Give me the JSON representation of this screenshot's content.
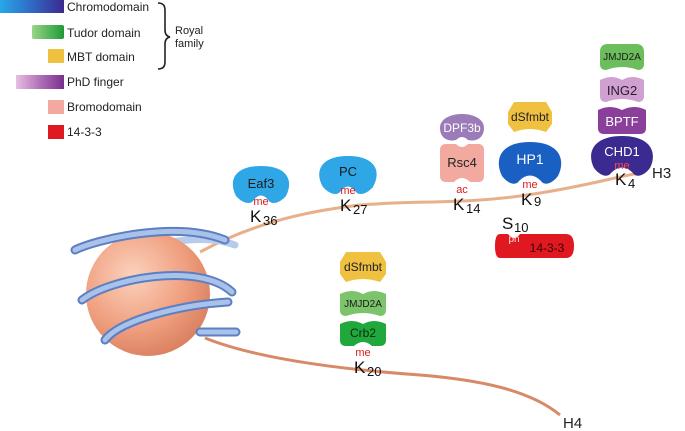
{
  "legend": {
    "chromodomain": "Chromodomain",
    "tudor": "Tudor domain",
    "mbt": "MBT domain",
    "phd": "PhD finger",
    "bromo": "Bromodomain",
    "p1433": "14-3-3",
    "royal_family_1": "Royal",
    "royal_family_2": "family"
  },
  "tails": {
    "h3": "H3",
    "h4": "H4"
  },
  "h3_sites": {
    "k36": {
      "letter": "K",
      "num": "36",
      "mod": "me",
      "readers": [
        "Eaf3"
      ]
    },
    "k27": {
      "letter": "K",
      "num": "27",
      "mod": "me",
      "readers": [
        "PC"
      ]
    },
    "k14": {
      "letter": "K",
      "num": "14",
      "mod": "ac",
      "readers": [
        "Rsc4",
        "DPF3b"
      ]
    },
    "k9": {
      "letter": "K",
      "num": "9",
      "mod": "me",
      "readers": [
        "HP1",
        "dSfmbt"
      ]
    },
    "k4": {
      "letter": "K",
      "num": "4",
      "mod": "me",
      "readers": [
        "CHD1",
        "BPTF",
        "ING2",
        "JMJD2A"
      ]
    },
    "s10": {
      "letter": "S",
      "num": "10",
      "mod": "ph",
      "readers": [
        "14-3-3"
      ]
    }
  },
  "h4_sites": {
    "k20": {
      "letter": "K",
      "num": "20",
      "mod": "me",
      "readers": [
        "Crb2",
        "JMJD2A",
        "dSfmbt"
      ]
    }
  },
  "colors": {
    "chromodomain": "#2f8fd6",
    "chromodomain_dark": "#3b2a8f",
    "tudor": "#3fa845",
    "tudor_light": "#8ccf7a",
    "mbt": "#f0c040",
    "phd": "#8a3f9a",
    "phd_light": "#d9a6d4",
    "bromo": "#f2a9a0",
    "p1433": "#e01820",
    "tail": "#e8b08a",
    "nucleosome": "#f0a080",
    "dna": "#9db8e0"
  }
}
